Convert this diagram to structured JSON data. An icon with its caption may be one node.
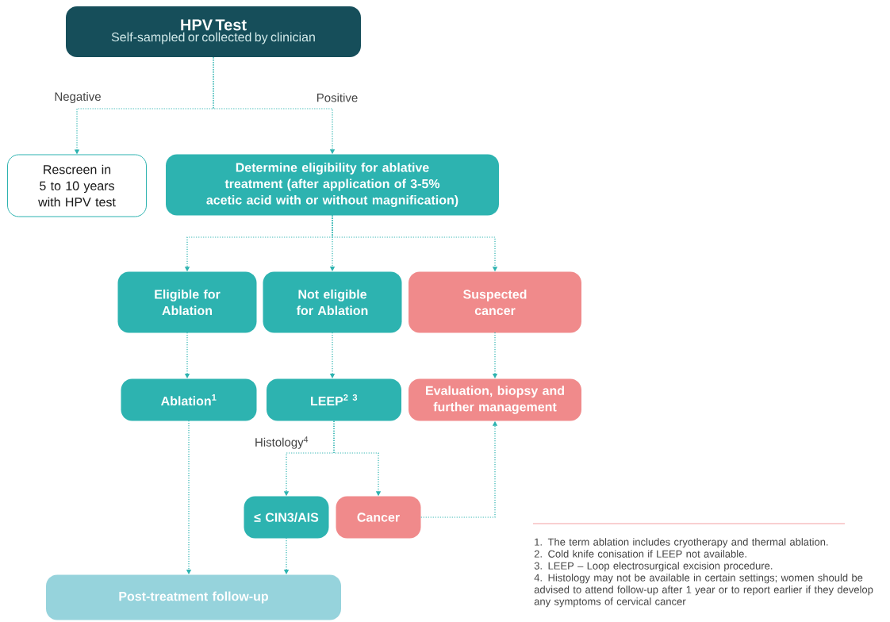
{
  "diagram": {
    "nodes": [
      {
        "text": [
          "HPV Test",
          "Self-sampled or collected by clinician"
        ]
      },
      {
        "text": [
          "Rescreen in 5 to 10 years with HPV test"
        ]
      },
      {
        "text": [
          "Determine eligibility for ablative treatment (after application of 3-5% acetic acid with or without magnification)"
        ]
      },
      {
        "text": [
          "Eligible for Ablation"
        ]
      },
      {
        "text": [
          "Not eligible for Ablation"
        ]
      },
      {
        "text": [
          "Suspected cancer"
        ]
      },
      {
        "text": [
          "Ablation$^{1}$"
        ]
      },
      {
        "text": [
          "LEEP$^{2 3}$"
        ]
      },
      {
        "text": [
          "Evaluation, biopsy and further management"
        ]
      },
      {
        "text": [
          "≤ CIN3/AIS"
        ]
      },
      {
        "text": [
          "Cancer"
        ]
      },
      {
        "text": [
          "Post-treatment follow-up"
        ]
      }
    ],
    "edges": [
      {
        "from": 0,
        "to": 1,
        "arrow": "to",
        "label": "Negative"
      },
      {
        "from": 0,
        "to": 2,
        "arrow": "to",
        "label": "Positive"
      },
      {
        "from": 2,
        "to": 3,
        "arrow": "to"
      },
      {
        "from": 2,
        "to": 4,
        "arrow": "to"
      },
      {
        "from": 2,
        "to": 5,
        "arrow": "to"
      },
      {
        "from": 3,
        "to": 6,
        "arrow": "to"
      },
      {
        "from": 4,
        "to": 7,
        "arrow": "to"
      },
      {
        "from": 5,
        "to": 8,
        "arrow": "to"
      },
      {
        "from": 7,
        "to": 9,
        "arrow": "to",
        "label": "Histology$^{4}$"
      },
      {
        "from": 7,
        "to": 10,
        "arrow": "to"
      },
      {
        "from": 10,
        "to": 8,
        "arrow": "to"
      },
      {
        "from": 6,
        "to": 11,
        "arrow": "to"
      },
      {
        "from": 9,
        "to": 11,
        "arrow": "to"
      }
    ],
    "labels": [
      "1. The term ablation includes cryotherapy and  thermal ablation.",
      "2. Cold knife conisation if LEEP not available.",
      "3. LEEP – Loop electrosurgical excision procedure.",
      "4. Histology may not be available in certain settings; women should be advised to attend follow-up after 1 year or to report earlier if they develop any symptoms of cervical cancer"
    ]
  }
}
